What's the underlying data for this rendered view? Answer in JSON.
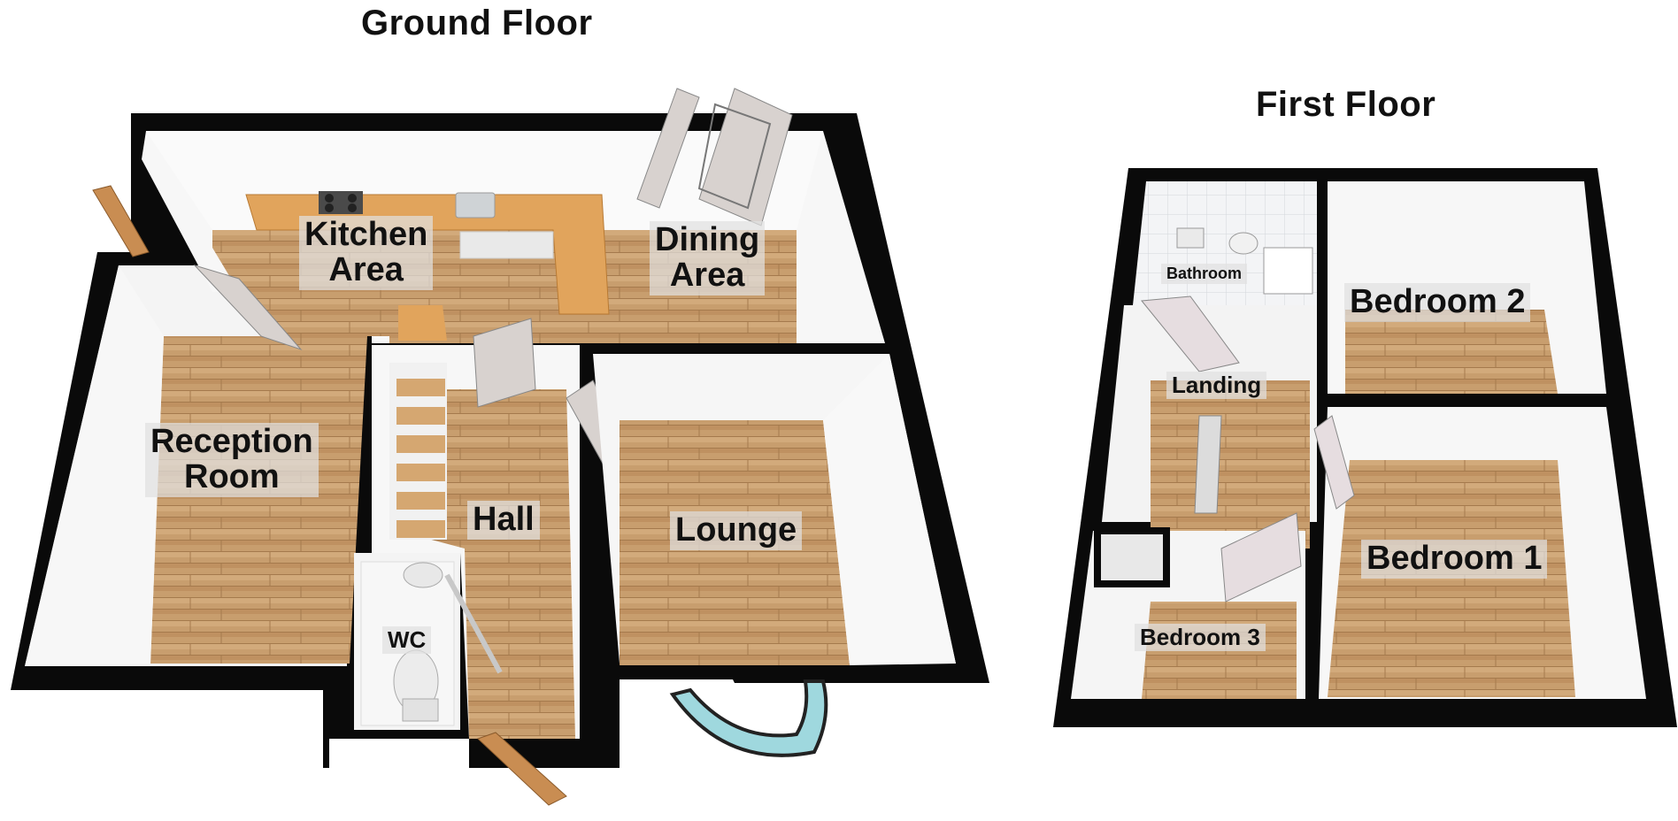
{
  "floors": {
    "ground": {
      "title": "Ground Floor",
      "rooms": {
        "kitchen": [
          "Kitchen",
          "Area"
        ],
        "dining": [
          "Dining",
          "Area"
        ],
        "reception": [
          "Reception",
          "Room"
        ],
        "hall": "Hall",
        "lounge": "Lounge",
        "wc": "WC"
      }
    },
    "first": {
      "title": "First Floor",
      "rooms": {
        "bathroom": "Bathroom",
        "landing": "Landing",
        "bedroom1": "Bedroom 1",
        "bedroom2": "Bedroom 2",
        "bedroom3": "Bedroom 3"
      }
    }
  },
  "colors": {
    "wall": "#0a0a0a",
    "inner_wall": "#f2f2f2",
    "floor_wood": "#c9a071",
    "worktop": "#e1a45c",
    "door": "#d8d2cf",
    "tile": "#eef0f2"
  }
}
